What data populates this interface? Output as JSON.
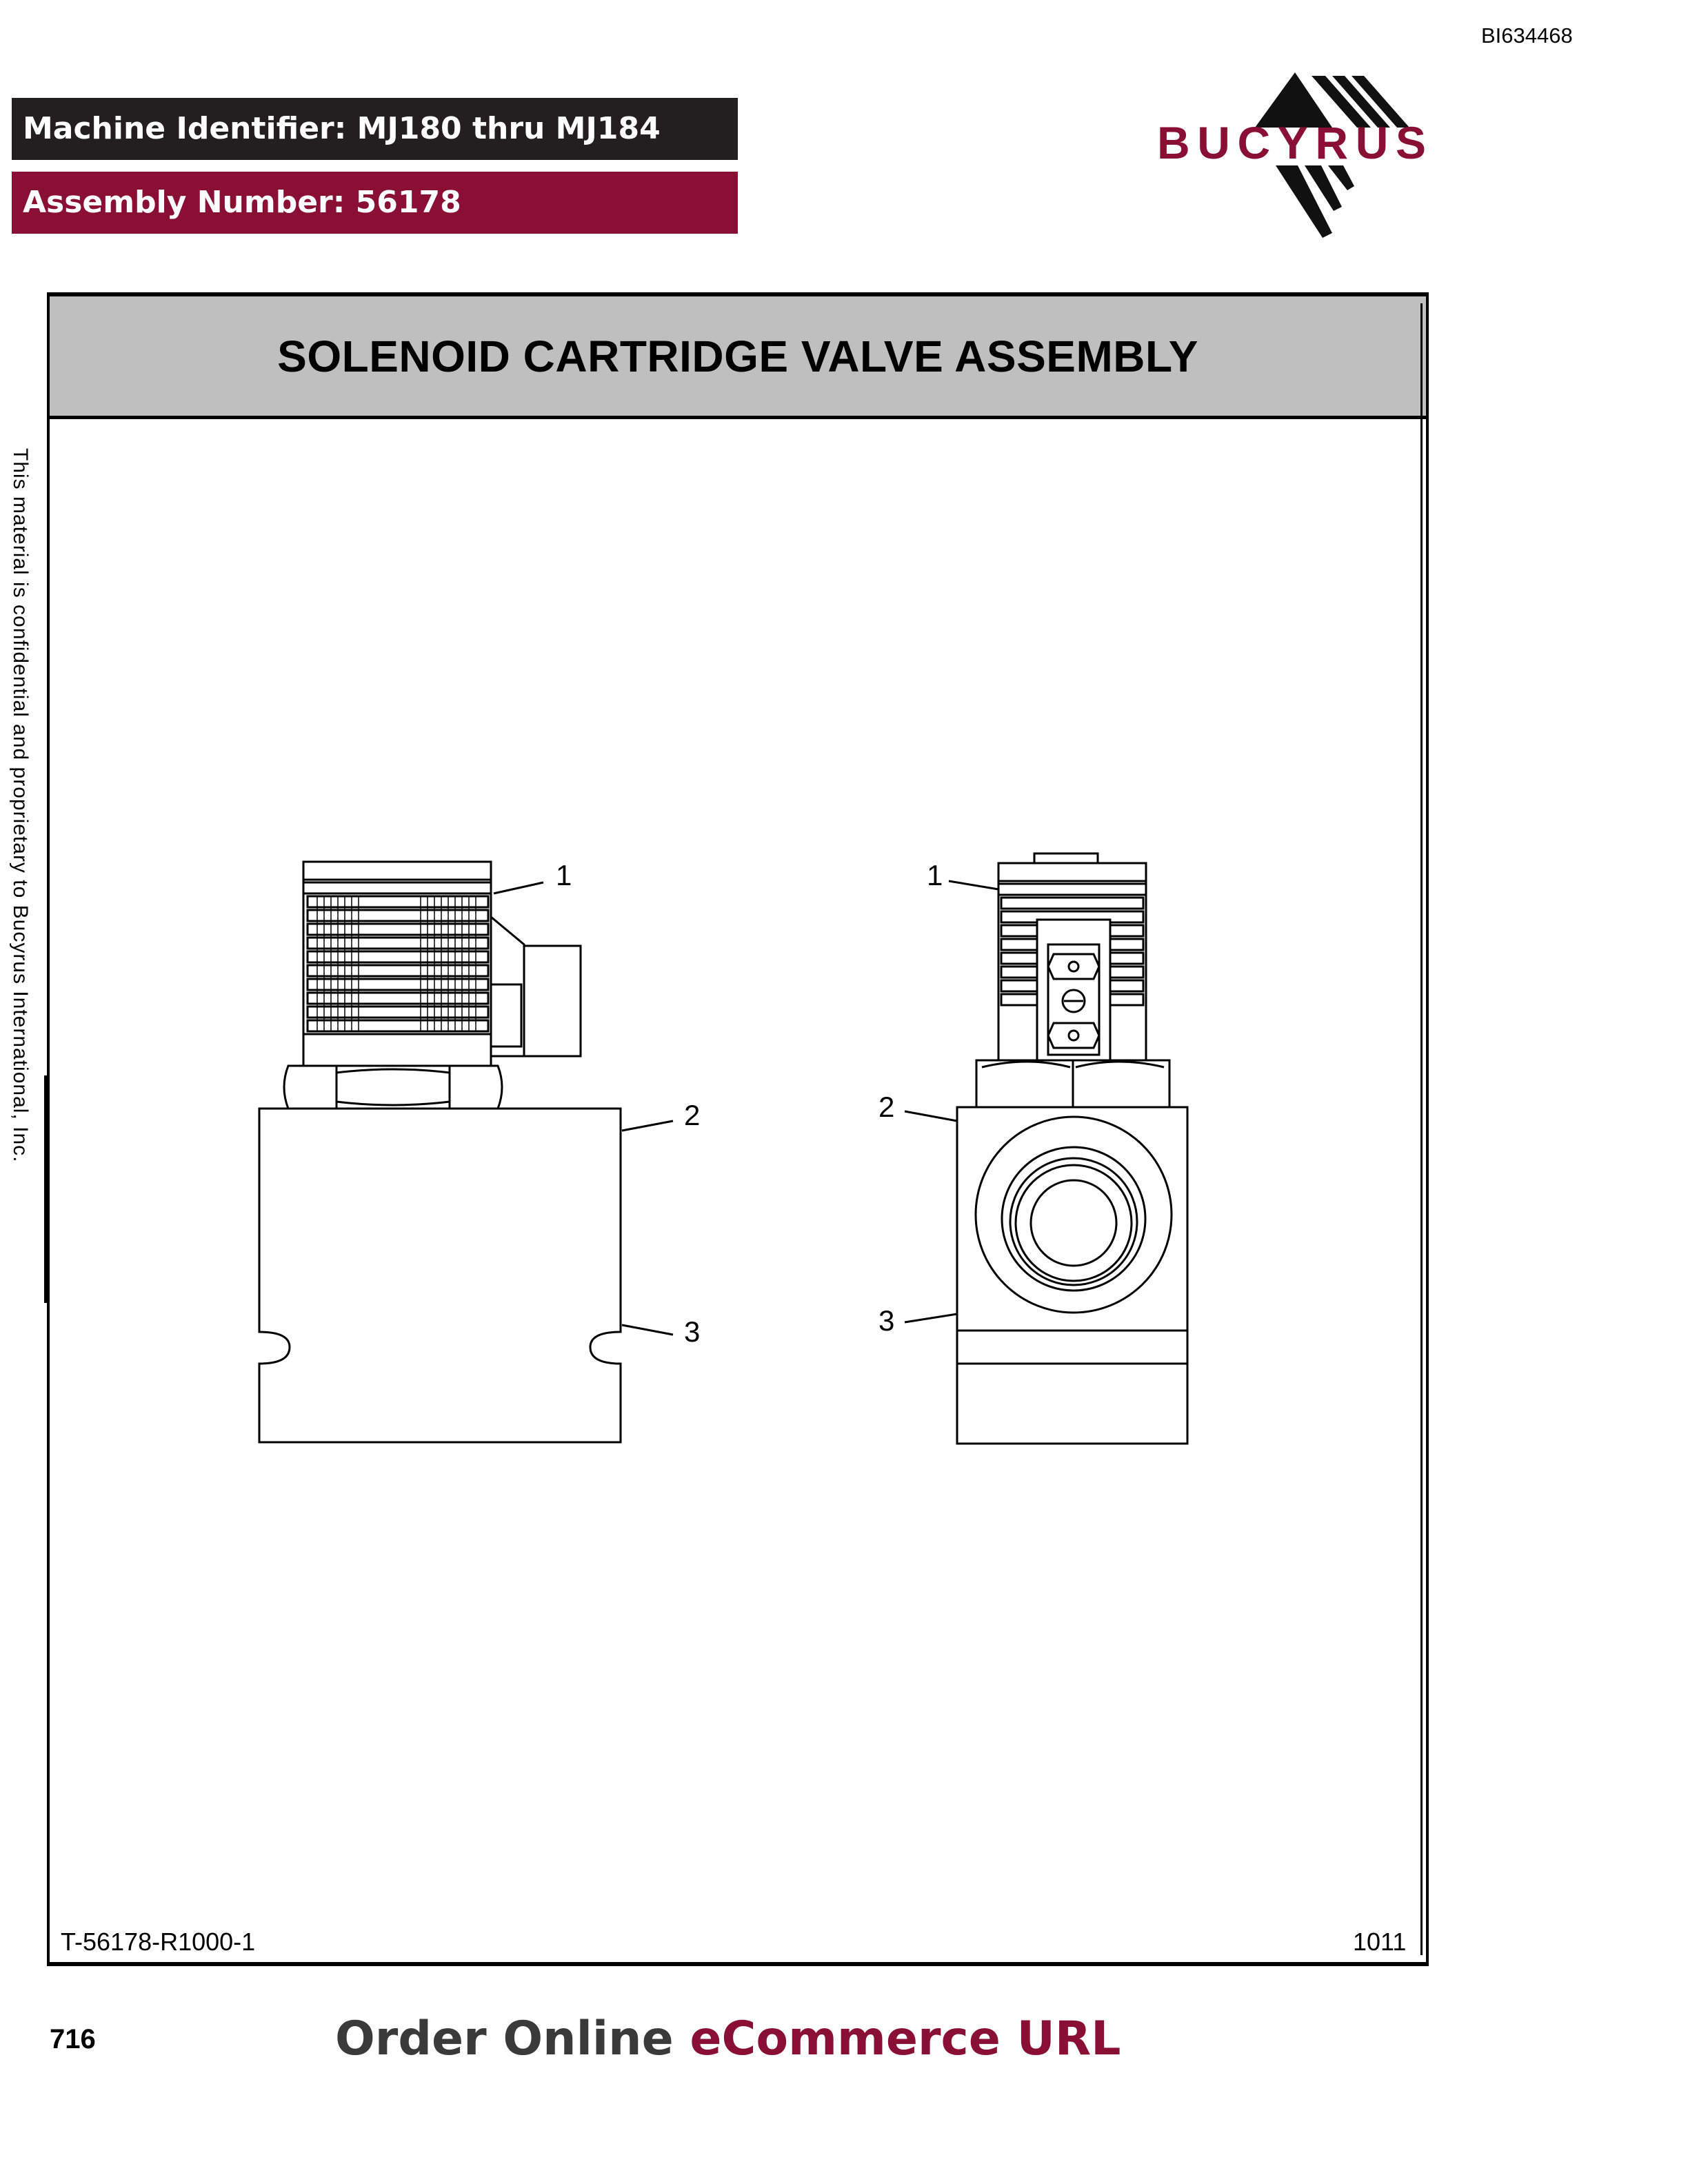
{
  "header": {
    "doc_id": "BI634468",
    "machine_identifier": "Machine Identifier: MJ180 thru MJ184",
    "assembly_number": "Assembly Number: 56178",
    "logo_text": "BUCYRUS"
  },
  "page": {
    "title": "SOLENOID CARTRIDGE VALVE ASSEMBLY",
    "side_note": "This material is confidential and proprietary to Bucyrus International, Inc.",
    "figure_code": "T-56178-R1000-1",
    "figure_rev": "1011",
    "page_number": "716",
    "footer_part1": "Order Online ",
    "footer_part2": "eCommerce URL"
  },
  "callouts": {
    "left": [
      "1",
      "2",
      "3"
    ],
    "right": [
      "1",
      "2",
      "3"
    ]
  },
  "colors": {
    "brand": "#8a0f35",
    "dark_bar": "#231f20",
    "title_band": "#bfbfbf"
  }
}
